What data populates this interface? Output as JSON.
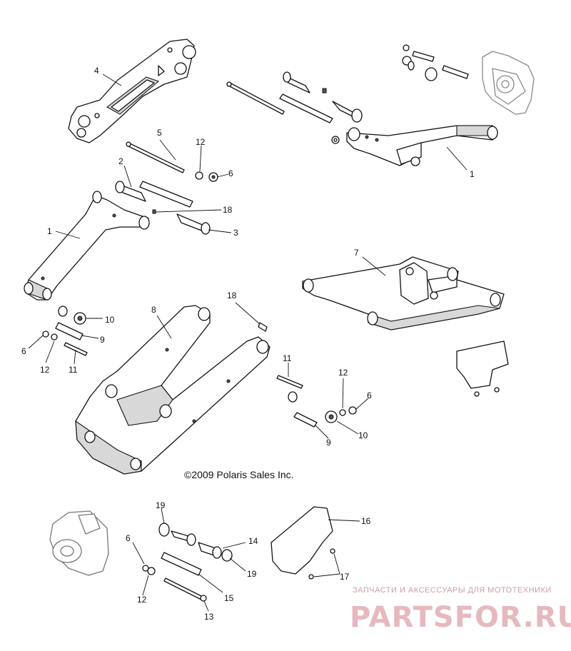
{
  "copyright": "©2009 Polaris Sales Inc.",
  "watermark": {
    "tagline": "ЗАПЧАСТИ И АКСЕССУАРЫ ДЛЯ МОТОТЕХНИКИ",
    "brand": "PARTSFOR.RU"
  },
  "callouts": [
    {
      "id": "c4",
      "label": "4"
    },
    {
      "id": "c5",
      "label": "5"
    },
    {
      "id": "c12a",
      "label": "12"
    },
    {
      "id": "c6a",
      "label": "6"
    },
    {
      "id": "c2",
      "label": "2"
    },
    {
      "id": "c18a",
      "label": "18"
    },
    {
      "id": "c3",
      "label": "3"
    },
    {
      "id": "c1a",
      "label": "1"
    },
    {
      "id": "c1b",
      "label": "1"
    },
    {
      "id": "c7",
      "label": "7"
    },
    {
      "id": "c10a",
      "label": "10"
    },
    {
      "id": "c9a",
      "label": "9"
    },
    {
      "id": "c6b",
      "label": "6"
    },
    {
      "id": "c12b",
      "label": "12"
    },
    {
      "id": "c11a",
      "label": "11"
    },
    {
      "id": "c8",
      "label": "8"
    },
    {
      "id": "c18b",
      "label": "18"
    },
    {
      "id": "c11b",
      "label": "11"
    },
    {
      "id": "c12c",
      "label": "12"
    },
    {
      "id": "c6c",
      "label": "6"
    },
    {
      "id": "c9b",
      "label": "9"
    },
    {
      "id": "c10b",
      "label": "10"
    },
    {
      "id": "c19a",
      "label": "19"
    },
    {
      "id": "c14",
      "label": "14"
    },
    {
      "id": "c16",
      "label": "16"
    },
    {
      "id": "c6d",
      "label": "6"
    },
    {
      "id": "c19b",
      "label": "19"
    },
    {
      "id": "c17",
      "label": "17"
    },
    {
      "id": "c12d",
      "label": "12"
    },
    {
      "id": "c15",
      "label": "15"
    },
    {
      "id": "c13",
      "label": "13"
    }
  ]
}
